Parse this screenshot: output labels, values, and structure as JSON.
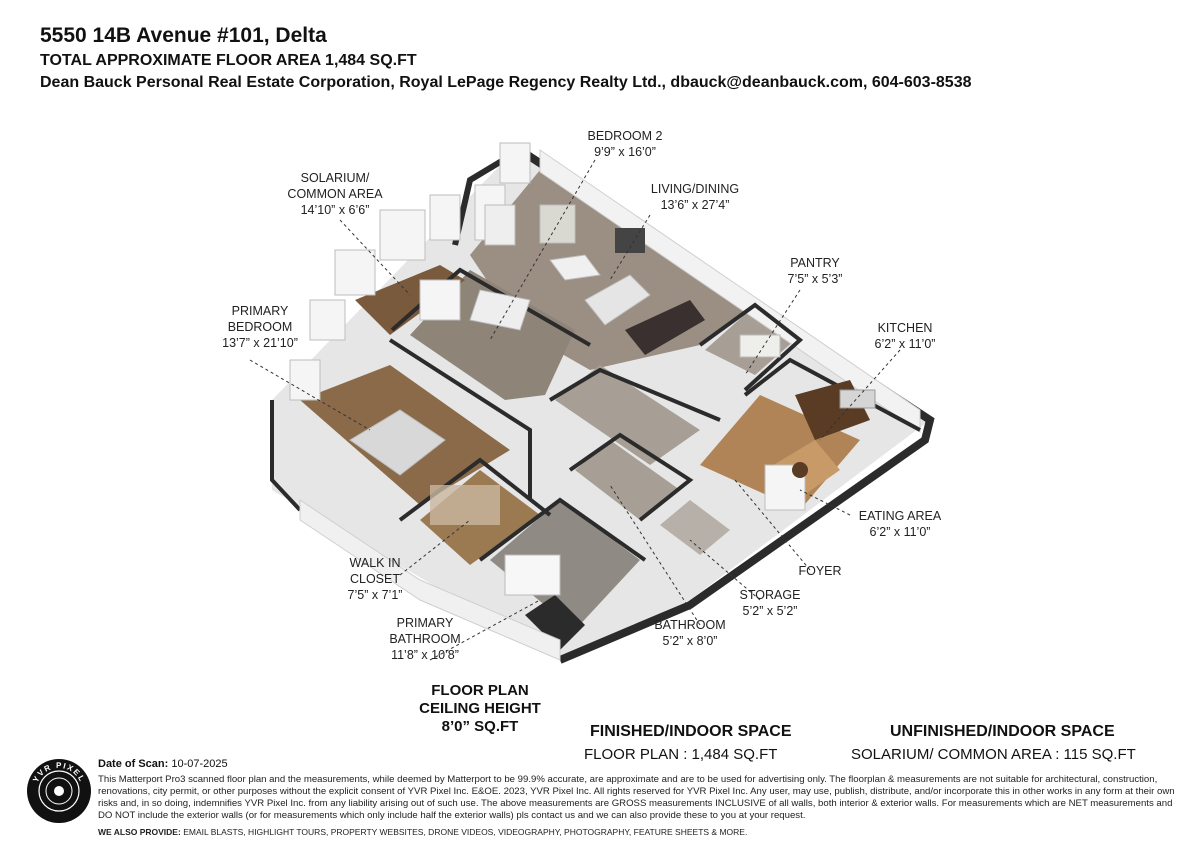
{
  "header": {
    "title": "5550 14B Avenue #101, Delta",
    "total_area": "TOTAL APPROXIMATE FLOOR AREA 1,484 SQ.FT",
    "agent": "Dean Bauck Personal Real Estate Corporation, Royal LePage Regency Realty Ltd., dbauck@deanbauck.com, 604-603-8538"
  },
  "rooms": [
    {
      "id": "bedroom2",
      "name": "BEDROOM 2",
      "dims": "9’9” x 16’0”"
    },
    {
      "id": "solarium",
      "name": "SOLARIUM/",
      "name2": "COMMON AREA",
      "dims": "14’10” x 6’6”"
    },
    {
      "id": "living",
      "name": "LIVING/DINING",
      "dims": "13’6” x 27’4”"
    },
    {
      "id": "pantry",
      "name": "PANTRY",
      "dims": "7’5” x 5’3”"
    },
    {
      "id": "primary",
      "name": "PRIMARY",
      "name2": "BEDROOM",
      "dims": "13’7” x 21’10”"
    },
    {
      "id": "kitchen",
      "name": "KITCHEN",
      "dims": "6’2” x 11’0”"
    },
    {
      "id": "eating",
      "name": "EATING AREA",
      "dims": "6’2” x 11’0”"
    },
    {
      "id": "foyer",
      "name": "FOYER"
    },
    {
      "id": "storage",
      "name": "STORAGE",
      "dims": "5’2” x 5’2”"
    },
    {
      "id": "bathroom",
      "name": "BATHROOM",
      "dims": "5’2” x 8’0”"
    },
    {
      "id": "walkin",
      "name": "WALK IN",
      "name2": "CLOSET",
      "dims": "7’5” x 7’1”"
    },
    {
      "id": "primbath",
      "name": "PRIMARY",
      "name2": "BATHROOM",
      "dims": "11’8” x 10’8”"
    }
  ],
  "floorplan": {
    "line1": "FLOOR PLAN",
    "line2": "CEILING HEIGHT",
    "line3": "8’0” SQ.FT"
  },
  "spaces": {
    "finished_heading": "FINISHED/INDOOR SPACE",
    "finished_value": "FLOOR PLAN  : 1,484 SQ.FT",
    "unfinished_heading": "UNFINISHED/INDOOR SPACE",
    "unfinished_value": "SOLARIUM/ COMMON AREA  : 115 SQ.FT"
  },
  "footer": {
    "scan_label": "Date of Scan:",
    "scan_date": "10-07-2025",
    "disclaimer": "This Matterport Pro3 scanned floor plan and the measurements, while deemed by Matterport to be 99.9% accurate, are approximate and are to be used for advertising only. The floorplan & measurements are not suitable for architectural, construction, renovations, city permit, or other purposes without the explicit consent of YVR Pixel Inc. E&OE. 2023, YVR Pixel Inc. All rights reserved for YVR Pixel Inc. Any user, may use, publish, distribute, and/or incorporate this in other works in any form at their own risks and, in so doing, indemnifies YVR Pixel Inc. from any liability arising out of such use. The above measurements are GROSS measurements INCLUSIVE of all walls, both interior & exterior walls. For measurements which are NET measurements and DO NOT include the exterior walls (or for measurements which only include half the exterior walls) pls contact us and we can also provide these to you at your request.",
    "provide_label": "WE ALSO PROVIDE:",
    "provide_text": "EMAIL BLASTS, HIGHLIGHT TOURS, PROPERTY WEBSITES, DRONE VIDEOS, VIDEOGRAPHY, PHOTOGRAPHY, FEATURE SHEETS & MORE.",
    "logo_text": "YVR PIXEL"
  },
  "colors": {
    "wall": "#2b2b2b",
    "wall_face": "#f2f2f2",
    "wood": "#8a6a48",
    "carpet": "#8e8478",
    "tile": "#a79f96",
    "kitchen_floor": "#b08456"
  }
}
